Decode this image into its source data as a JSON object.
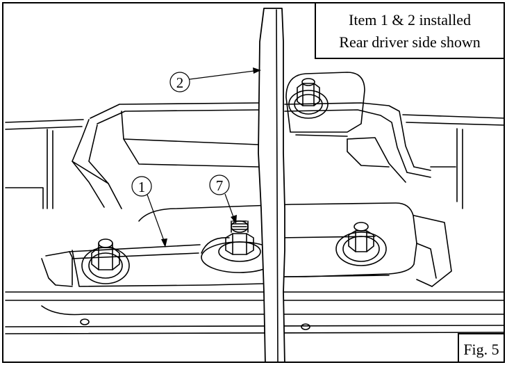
{
  "caption": {
    "line1": "Item 1 & 2 installed",
    "line2": "Rear driver side shown"
  },
  "figure_label": "Fig. 5",
  "callouts": [
    {
      "number": "1"
    },
    {
      "number": "2"
    },
    {
      "number": "7"
    }
  ]
}
